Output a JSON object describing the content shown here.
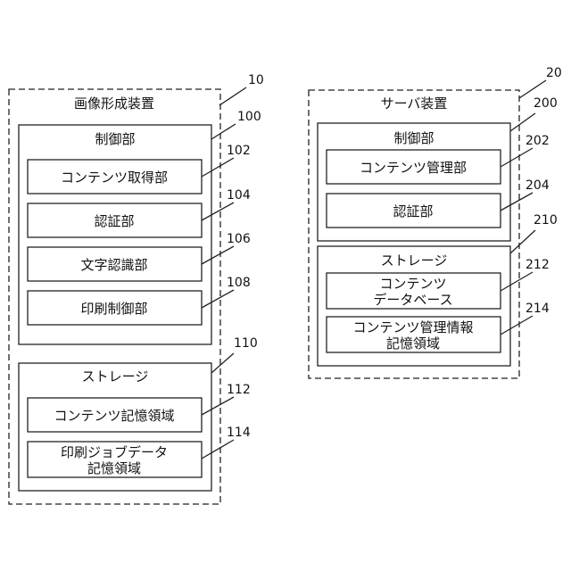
{
  "device": {
    "ref": "10",
    "title": "画像形成装置",
    "control": {
      "ref": "100",
      "title": "制御部",
      "units": [
        {
          "ref": "102",
          "label": "コンテンツ取得部"
        },
        {
          "ref": "104",
          "label": "認証部"
        },
        {
          "ref": "106",
          "label": "文字認識部"
        },
        {
          "ref": "108",
          "label": "印刷制御部"
        }
      ]
    },
    "storage": {
      "ref": "110",
      "title": "ストレージ",
      "areas": [
        {
          "ref": "112",
          "line1": "コンテンツ記憶領域"
        },
        {
          "ref": "114",
          "line1": "印刷ジョブデータ",
          "line2": "記憶領域"
        }
      ]
    }
  },
  "server": {
    "ref": "20",
    "title": "サーバ装置",
    "control": {
      "ref": "200",
      "title": "制御部",
      "units": [
        {
          "ref": "202",
          "label": "コンテンツ管理部"
        },
        {
          "ref": "204",
          "label": "認証部"
        }
      ]
    },
    "storage": {
      "ref": "210",
      "title": "ストレージ",
      "areas": [
        {
          "ref": "212",
          "line1": "コンテンツ",
          "line2": "データベース"
        },
        {
          "ref": "214",
          "line1": "コンテンツ管理情報",
          "line2": "記憶領域"
        }
      ]
    }
  }
}
